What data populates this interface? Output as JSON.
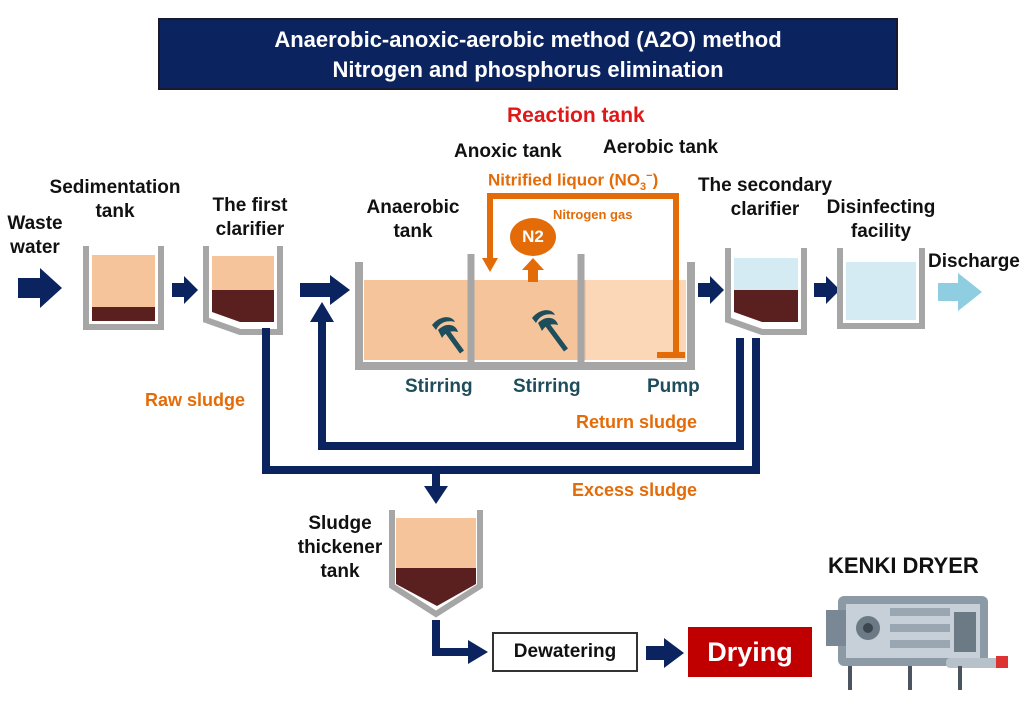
{
  "title": {
    "line1": "Anaerobic-anoxic-aerobic method (A2O) method",
    "line2": "Nitrogen and phosphorus elimination"
  },
  "labels": {
    "reaction_tank": "Reaction tank",
    "anoxic_tank": "Anoxic tank",
    "aerobic_tank": "Aerobic tank",
    "sedimentation_tank_1": "Sedimentation",
    "sedimentation_tank_2": "tank",
    "waste_water_1": "Waste",
    "waste_water_2": "water",
    "first_clarifier_1": "The first",
    "first_clarifier_2": "clarifier",
    "anaerobic_tank_1": "Anaerobic",
    "anaerobic_tank_2": "tank",
    "nitrified_liquor": "Nitrified liquor (NO",
    "nitrified_sub": "3",
    "nitrified_sup": "−",
    "nitrified_close": ")",
    "nitrogen_gas": "Nitrogen gas",
    "n2": "N2",
    "secondary_clarifier_1": "The secondary",
    "secondary_clarifier_2": "clarifier",
    "disinfecting_1": "Disinfecting",
    "disinfecting_2": "facility",
    "discharge": "Discharge",
    "stirring_1": "Stirring",
    "stirring_2": "Stirring",
    "pump": "Pump",
    "raw_sludge": "Raw sludge",
    "return_sludge": "Return sludge",
    "excess_sludge": "Excess sludge",
    "thickener_1": "Sludge",
    "thickener_2": "thickener",
    "thickener_3": "tank",
    "dewatering": "Dewatering",
    "drying": "Drying",
    "kenki_dryer": "KENKI DRYER"
  },
  "colors": {
    "title_bg": "#0b2460",
    "arrow_navy": "#0b2460",
    "orange": "#e36c09",
    "sludge_dark": "#5a1f1f",
    "water_peach": "#f6c49a",
    "clear_water": "#d5ebf4",
    "tank_wall": "#a6a6a6",
    "drying_red": "#c00000",
    "discharge_arrow": "#8fcde0"
  }
}
